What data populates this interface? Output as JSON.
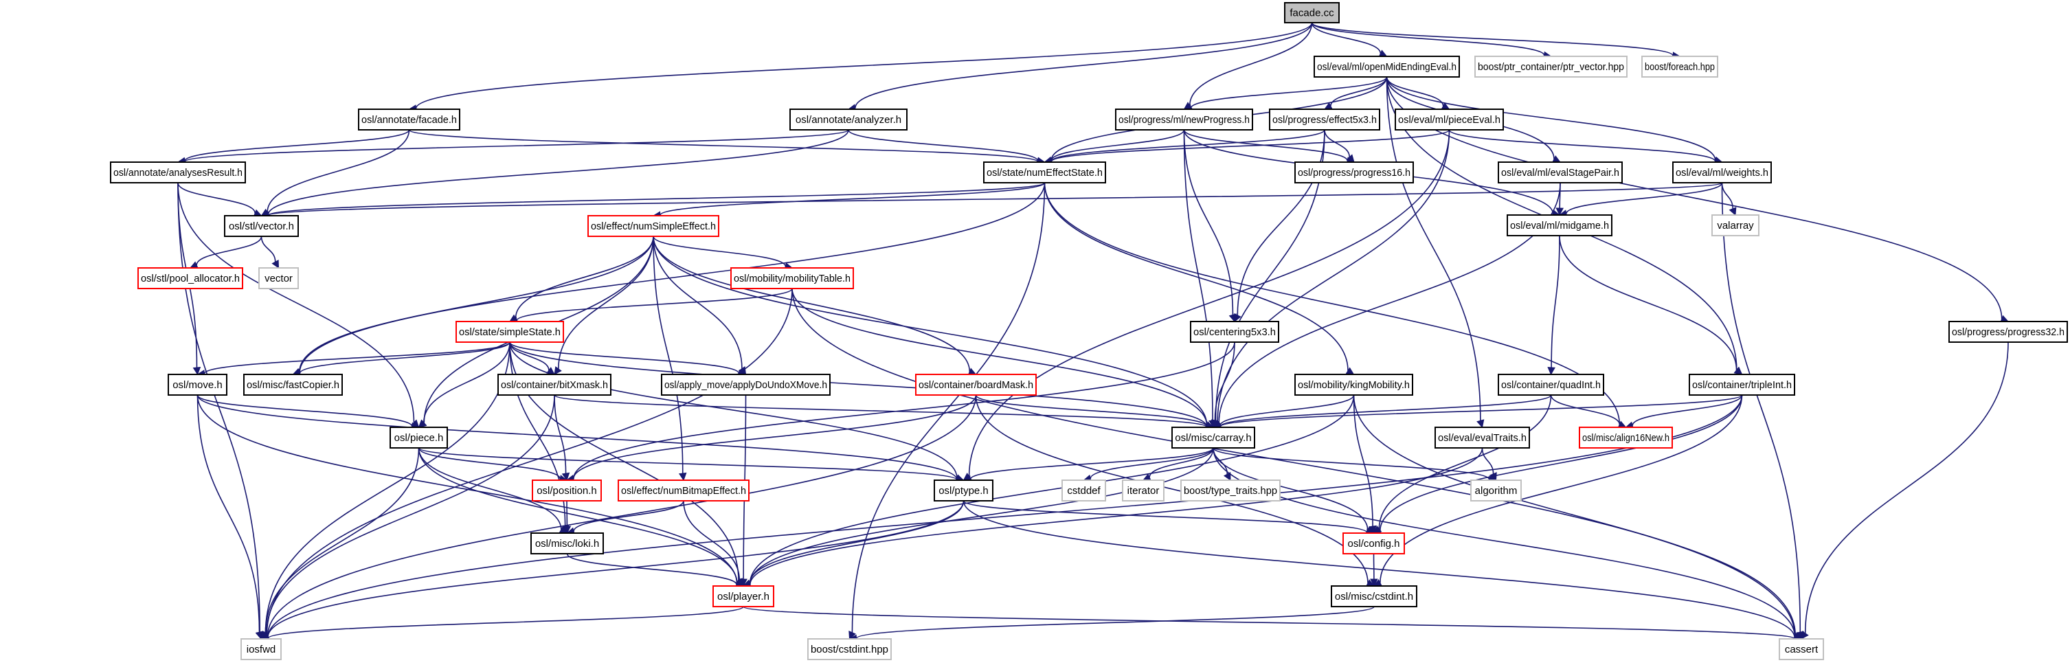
{
  "title": "facade.cc include dependency graph",
  "colors": {
    "edge": "#191970",
    "root_fill": "#bfbfbf",
    "root_border": "#000000",
    "normal_border": "#000000",
    "truncated_border": "#ff0000",
    "external_border": "#bfbfbf",
    "node_fill": "#ffffff"
  },
  "nodes": [
    {
      "id": "facade_cc",
      "label": "facade.cc",
      "kind": "root"
    },
    {
      "id": "openMidEndingEval",
      "label": "osl/eval/ml/openMidEndingEval.h",
      "kind": "normal"
    },
    {
      "id": "ptr_vector",
      "label": "boost/ptr_container/ptr_vector.hpp",
      "kind": "external"
    },
    {
      "id": "foreach",
      "label": "boost/foreach.hpp",
      "kind": "external"
    },
    {
      "id": "annotate_facade",
      "label": "osl/annotate/facade.h",
      "kind": "normal"
    },
    {
      "id": "analyzer",
      "label": "osl/annotate/analyzer.h",
      "kind": "normal"
    },
    {
      "id": "newProgress",
      "label": "osl/progress/ml/newProgress.h",
      "kind": "normal"
    },
    {
      "id": "effect5x3",
      "label": "osl/progress/effect5x3.h",
      "kind": "normal"
    },
    {
      "id": "pieceEval",
      "label": "osl/eval/ml/pieceEval.h",
      "kind": "normal"
    },
    {
      "id": "analysesResult",
      "label": "osl/annotate/analysesResult.h",
      "kind": "normal"
    },
    {
      "id": "numEffectState",
      "label": "osl/state/numEffectState.h",
      "kind": "normal"
    },
    {
      "id": "progress16",
      "label": "osl/progress/progress16.h",
      "kind": "normal"
    },
    {
      "id": "evalStagePair",
      "label": "osl/eval/ml/evalStagePair.h",
      "kind": "normal"
    },
    {
      "id": "weights",
      "label": "osl/eval/ml/weights.h",
      "kind": "normal"
    },
    {
      "id": "stl_vector",
      "label": "osl/stl/vector.h",
      "kind": "normal"
    },
    {
      "id": "numSimpleEffect",
      "label": "osl/effect/numSimpleEffect.h",
      "kind": "truncated"
    },
    {
      "id": "midgame",
      "label": "osl/eval/ml/midgame.h",
      "kind": "normal"
    },
    {
      "id": "valarray",
      "label": "valarray",
      "kind": "external"
    },
    {
      "id": "pool_allocator",
      "label": "osl/stl/pool_allocator.h",
      "kind": "truncated"
    },
    {
      "id": "vector",
      "label": "vector",
      "kind": "external"
    },
    {
      "id": "mobilityTable",
      "label": "osl/mobility/mobilityTable.h",
      "kind": "truncated"
    },
    {
      "id": "progress32",
      "label": "osl/progress/progress32.h",
      "kind": "normal"
    },
    {
      "id": "simpleState",
      "label": "osl/state/simpleState.h",
      "kind": "truncated"
    },
    {
      "id": "centering5x3",
      "label": "osl/centering5x3.h",
      "kind": "normal"
    },
    {
      "id": "move",
      "label": "osl/move.h",
      "kind": "normal"
    },
    {
      "id": "fastCopier",
      "label": "osl/misc/fastCopier.h",
      "kind": "normal"
    },
    {
      "id": "bitXmask",
      "label": "osl/container/bitXmask.h",
      "kind": "normal"
    },
    {
      "id": "applyDoUndoXMove",
      "label": "osl/apply_move/applyDoUndoXMove.h",
      "kind": "normal"
    },
    {
      "id": "boardMask",
      "label": "osl/container/boardMask.h",
      "kind": "truncated"
    },
    {
      "id": "kingMobility",
      "label": "osl/mobility/kingMobility.h",
      "kind": "normal"
    },
    {
      "id": "quadInt",
      "label": "osl/container/quadInt.h",
      "kind": "normal"
    },
    {
      "id": "tripleInt",
      "label": "osl/container/tripleInt.h",
      "kind": "normal"
    },
    {
      "id": "piece",
      "label": "osl/piece.h",
      "kind": "normal"
    },
    {
      "id": "carray",
      "label": "osl/misc/carray.h",
      "kind": "normal"
    },
    {
      "id": "evalTraits",
      "label": "osl/eval/evalTraits.h",
      "kind": "normal"
    },
    {
      "id": "align16New",
      "label": "osl/misc/align16New.h",
      "kind": "truncated"
    },
    {
      "id": "position",
      "label": "osl/position.h",
      "kind": "truncated"
    },
    {
      "id": "numBitmapEffect",
      "label": "osl/effect/numBitmapEffect.h",
      "kind": "truncated"
    },
    {
      "id": "ptype",
      "label": "osl/ptype.h",
      "kind": "normal"
    },
    {
      "id": "cstddef",
      "label": "cstddef",
      "kind": "external"
    },
    {
      "id": "iterator",
      "label": "iterator",
      "kind": "external"
    },
    {
      "id": "type_traits",
      "label": "boost/type_traits.hpp",
      "kind": "external"
    },
    {
      "id": "algorithm",
      "label": "algorithm",
      "kind": "external"
    },
    {
      "id": "loki",
      "label": "osl/misc/loki.h",
      "kind": "normal"
    },
    {
      "id": "config",
      "label": "osl/config.h",
      "kind": "truncated"
    },
    {
      "id": "player",
      "label": "osl/player.h",
      "kind": "truncated"
    },
    {
      "id": "cstdint_misc",
      "label": "osl/misc/cstdint.h",
      "kind": "normal"
    },
    {
      "id": "iosfwd",
      "label": "iosfwd",
      "kind": "external"
    },
    {
      "id": "boost_cstdint",
      "label": "boost/cstdint.hpp",
      "kind": "external"
    },
    {
      "id": "cassert",
      "label": "cassert",
      "kind": "external"
    }
  ],
  "edges": [
    [
      "facade_cc",
      "annotate_facade"
    ],
    [
      "facade_cc",
      "analyzer"
    ],
    [
      "facade_cc",
      "openMidEndingEval"
    ],
    [
      "facade_cc",
      "newProgress"
    ],
    [
      "facade_cc",
      "ptr_vector"
    ],
    [
      "facade_cc",
      "foreach"
    ],
    [
      "annotate_facade",
      "analysesResult"
    ],
    [
      "annotate_facade",
      "numEffectState"
    ],
    [
      "annotate_facade",
      "stl_vector"
    ],
    [
      "analyzer",
      "analysesResult"
    ],
    [
      "analyzer",
      "numEffectState"
    ],
    [
      "analyzer",
      "stl_vector"
    ],
    [
      "openMidEndingEval",
      "newProgress"
    ],
    [
      "openMidEndingEval",
      "effect5x3"
    ],
    [
      "openMidEndingEval",
      "pieceEval"
    ],
    [
      "openMidEndingEval",
      "numEffectState"
    ],
    [
      "openMidEndingEval",
      "evalStagePair"
    ],
    [
      "openMidEndingEval",
      "weights"
    ],
    [
      "openMidEndingEval",
      "progress32"
    ],
    [
      "openMidEndingEval",
      "tripleInt"
    ],
    [
      "openMidEndingEval",
      "evalTraits"
    ],
    [
      "newProgress",
      "numEffectState"
    ],
    [
      "newProgress",
      "progress16"
    ],
    [
      "newProgress",
      "centering5x3"
    ],
    [
      "newProgress",
      "carray"
    ],
    [
      "newProgress",
      "midgame"
    ],
    [
      "effect5x3",
      "numEffectState"
    ],
    [
      "effect5x3",
      "progress16"
    ],
    [
      "effect5x3",
      "centering5x3"
    ],
    [
      "effect5x3",
      "carray"
    ],
    [
      "pieceEval",
      "numEffectState"
    ],
    [
      "pieceEval",
      "weights"
    ],
    [
      "pieceEval",
      "carray"
    ],
    [
      "pieceEval",
      "ptype"
    ],
    [
      "analysesResult",
      "stl_vector"
    ],
    [
      "analysesResult",
      "move"
    ],
    [
      "analysesResult",
      "piece"
    ],
    [
      "analysesResult",
      "iosfwd"
    ],
    [
      "numEffectState",
      "numSimpleEffect"
    ],
    [
      "numEffectState",
      "stl_vector"
    ],
    [
      "numEffectState",
      "fastCopier"
    ],
    [
      "numEffectState",
      "kingMobility"
    ],
    [
      "numEffectState",
      "align16New"
    ],
    [
      "numEffectState",
      "boost_cstdint"
    ],
    [
      "evalStagePair",
      "midgame"
    ],
    [
      "evalStagePair",
      "carray"
    ],
    [
      "weights",
      "stl_vector"
    ],
    [
      "weights",
      "midgame"
    ],
    [
      "weights",
      "valarray"
    ],
    [
      "weights",
      "cassert"
    ],
    [
      "stl_vector",
      "pool_allocator"
    ],
    [
      "stl_vector",
      "vector"
    ],
    [
      "numSimpleEffect",
      "mobilityTable"
    ],
    [
      "numSimpleEffect",
      "simpleState"
    ],
    [
      "numSimpleEffect",
      "fastCopier"
    ],
    [
      "numSimpleEffect",
      "bitXmask"
    ],
    [
      "numSimpleEffect",
      "applyDoUndoXMove"
    ],
    [
      "numSimpleEffect",
      "boardMask"
    ],
    [
      "numSimpleEffect",
      "numBitmapEffect"
    ],
    [
      "numSimpleEffect",
      "carray"
    ],
    [
      "numSimpleEffect",
      "piece"
    ],
    [
      "midgame",
      "quadInt"
    ],
    [
      "midgame",
      "tripleInt"
    ],
    [
      "mobilityTable",
      "simpleState"
    ],
    [
      "mobilityTable",
      "carray"
    ],
    [
      "mobilityTable",
      "iosfwd"
    ],
    [
      "mobilityTable",
      "cassert"
    ],
    [
      "progress32",
      "cassert"
    ],
    [
      "simpleState",
      "move"
    ],
    [
      "simpleState",
      "fastCopier"
    ],
    [
      "simpleState",
      "bitXmask"
    ],
    [
      "simpleState",
      "applyDoUndoXMove"
    ],
    [
      "simpleState",
      "piece"
    ],
    [
      "simpleState",
      "carray"
    ],
    [
      "simpleState",
      "ptype"
    ],
    [
      "simpleState",
      "loki"
    ],
    [
      "simpleState",
      "player"
    ],
    [
      "simpleState",
      "iosfwd"
    ],
    [
      "centering5x3",
      "carray"
    ],
    [
      "centering5x3",
      "position"
    ],
    [
      "move",
      "piece"
    ],
    [
      "move",
      "ptype"
    ],
    [
      "move",
      "player"
    ],
    [
      "move",
      "iosfwd"
    ],
    [
      "bitXmask",
      "position"
    ],
    [
      "bitXmask",
      "carray"
    ],
    [
      "bitXmask",
      "iosfwd"
    ],
    [
      "applyDoUndoXMove",
      "player"
    ],
    [
      "boardMask",
      "carray"
    ],
    [
      "boardMask",
      "position"
    ],
    [
      "boardMask",
      "cstdint_misc"
    ],
    [
      "boardMask",
      "iosfwd"
    ],
    [
      "kingMobility",
      "carray"
    ],
    [
      "kingMobility",
      "config"
    ],
    [
      "kingMobility",
      "player"
    ],
    [
      "kingMobility",
      "cassert"
    ],
    [
      "quadInt",
      "carray"
    ],
    [
      "quadInt",
      "align16New"
    ],
    [
      "quadInt",
      "config"
    ],
    [
      "tripleInt",
      "carray"
    ],
    [
      "tripleInt",
      "align16New"
    ],
    [
      "tripleInt",
      "config"
    ],
    [
      "tripleInt",
      "cstdint_misc"
    ],
    [
      "tripleInt",
      "iosfwd"
    ],
    [
      "piece",
      "position"
    ],
    [
      "piece",
      "ptype"
    ],
    [
      "piece",
      "loki"
    ],
    [
      "piece",
      "player"
    ],
    [
      "piece",
      "iosfwd"
    ],
    [
      "carray",
      "cstddef"
    ],
    [
      "carray",
      "iterator"
    ],
    [
      "carray",
      "type_traits"
    ],
    [
      "carray",
      "algorithm"
    ],
    [
      "carray",
      "ptype"
    ],
    [
      "carray",
      "player"
    ],
    [
      "carray",
      "config"
    ],
    [
      "carray",
      "cassert"
    ],
    [
      "evalTraits",
      "algorithm"
    ],
    [
      "evalTraits",
      "player"
    ],
    [
      "position",
      "loki"
    ],
    [
      "numBitmapEffect",
      "loki"
    ],
    [
      "numBitmapEffect",
      "player"
    ],
    [
      "ptype",
      "config"
    ],
    [
      "ptype",
      "player"
    ],
    [
      "ptype",
      "iosfwd"
    ],
    [
      "ptype",
      "cassert"
    ],
    [
      "loki",
      "player"
    ],
    [
      "config",
      "cstdint_misc"
    ],
    [
      "player",
      "iosfwd"
    ],
    [
      "player",
      "cassert"
    ],
    [
      "cstdint_misc",
      "boost_cstdint"
    ]
  ]
}
